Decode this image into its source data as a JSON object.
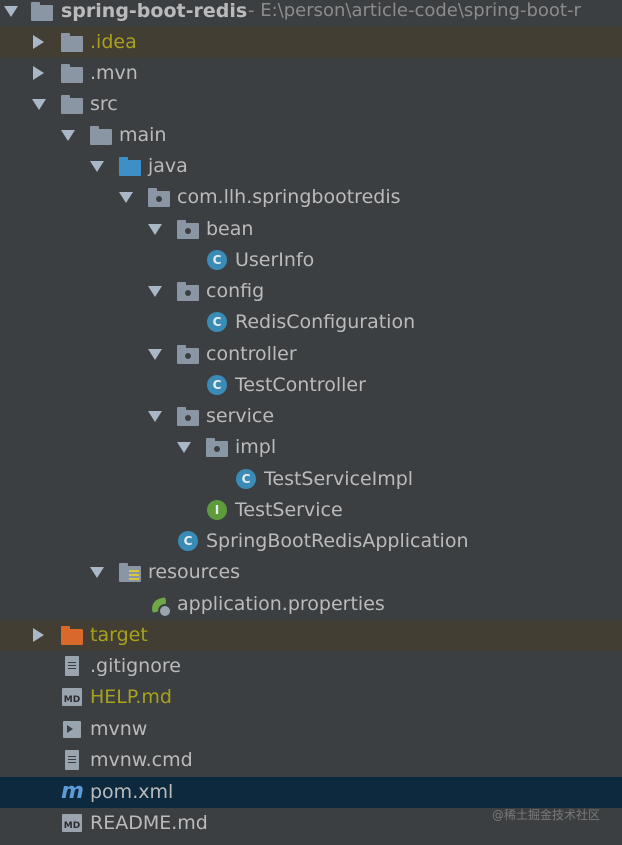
{
  "project": {
    "name": "spring-boot-redis",
    "path": " - E:\\person\\article-code\\spring-boot-r"
  },
  "tree": [
    {
      "label": ".idea"
    },
    {
      "label": ".mvn"
    },
    {
      "label": "src"
    },
    {
      "label": "main"
    },
    {
      "label": "java"
    },
    {
      "label": "com.llh.springbootredis"
    },
    {
      "label": "bean"
    },
    {
      "label": "UserInfo"
    },
    {
      "label": "config"
    },
    {
      "label": "RedisConfiguration"
    },
    {
      "label": "controller"
    },
    {
      "label": "TestController"
    },
    {
      "label": "service"
    },
    {
      "label": "impl"
    },
    {
      "label": "TestServiceImpl"
    },
    {
      "label": "TestService"
    },
    {
      "label": "SpringBootRedisApplication"
    },
    {
      "label": "resources"
    },
    {
      "label": "application.properties"
    },
    {
      "label": "target"
    },
    {
      "label": ".gitignore"
    },
    {
      "label": "HELP.md"
    },
    {
      "label": "mvnw"
    },
    {
      "label": "mvnw.cmd"
    },
    {
      "label": "pom.xml"
    },
    {
      "label": "README.md"
    }
  ],
  "icons": {
    "class_letter": "C",
    "interface_letter": "I",
    "md_letter": "MD",
    "maven_letter": "m"
  },
  "colors": {
    "background": "#3c3f41",
    "selected_row": "#0d293e",
    "ignored_text": "#a8a21b",
    "class_icon": "#3a8cb7",
    "interface_icon": "#5d9b3b",
    "source_folder": "#3d8fc6",
    "excluded_folder": "#d9692a"
  },
  "watermark": "@稀土掘金技术社区"
}
